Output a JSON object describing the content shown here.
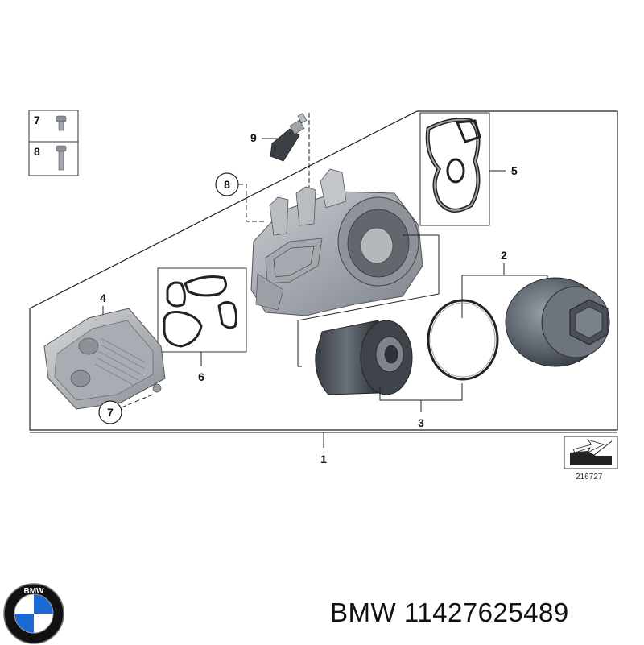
{
  "callouts": {
    "assembly": "1",
    "filter_housing_cap": "2",
    "filter_kit": "3",
    "oil_cooler": "4",
    "gasket_set_top": "5",
    "gasket_set_cooler": "6",
    "bolt_short": "7",
    "bolt_long": "8",
    "sensor": "9"
  },
  "legend": {
    "row1": "7",
    "row2": "8"
  },
  "diagram_number": "216727",
  "logo": {
    "text": "BMW",
    "colors": {
      "blue": "#1c69d4",
      "black": "#111111",
      "white": "#ffffff"
    }
  },
  "caption": {
    "brand": "BMW",
    "part_number": "11427625489"
  }
}
